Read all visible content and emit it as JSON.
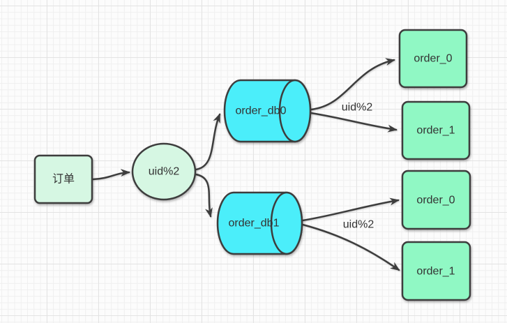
{
  "diagram": {
    "nodes": {
      "source": "订单",
      "router": "uid%2",
      "db0": "order_db0",
      "db1": "order_db1",
      "db0_table0": "order_0",
      "db0_table1": "order_1",
      "db1_table0": "order_0",
      "db1_table1": "order_1"
    },
    "edge_labels": {
      "db0_split": "uid%2",
      "db1_split": "uid%2"
    }
  },
  "colors": {
    "node_light_green": "#d6f7e3",
    "node_mint_green": "#90f8c4",
    "node_cyan": "#4beefa",
    "stroke": "#3d3d3d",
    "text": "#333333"
  }
}
